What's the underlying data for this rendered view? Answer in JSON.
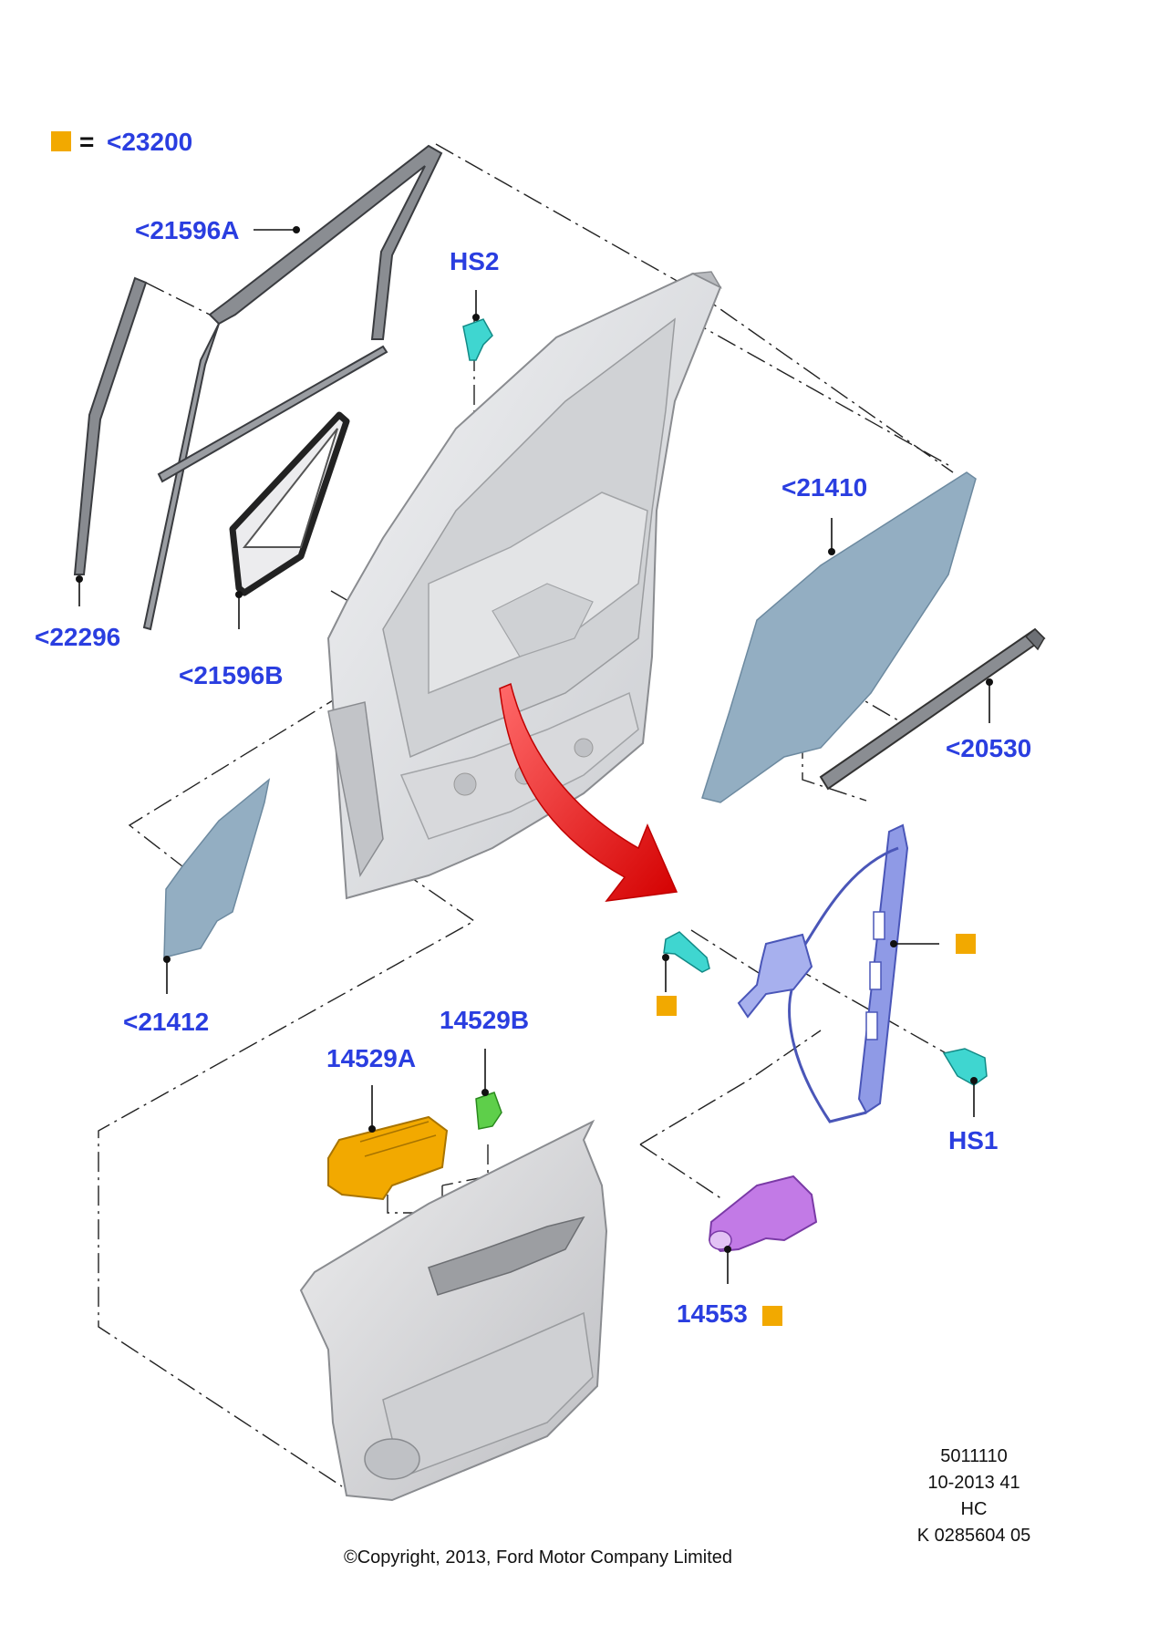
{
  "legend": {
    "symbol_color": "#f2a900",
    "equals": "=",
    "text": "<23200"
  },
  "labels": {
    "seal_upper": "<21596A",
    "seal_lower": "<21596B",
    "run_channel": "<22296",
    "hs2": "HS2",
    "window_glass": "<21410",
    "quarter_glass": "<21412",
    "belt_weatherstrip": "<20530",
    "hs1": "HS1",
    "switch_main": "14529A",
    "switch_aux": "14529B",
    "motor": "14553"
  },
  "info_block": {
    "line1": "5011110",
    "line2": "10-2013 41",
    "line3": "HC",
    "line4": "K 0285604 05"
  },
  "copyright": "©Copyright, 2013, Ford Motor Company Limited",
  "colors": {
    "label_blue": "#2a3ee0",
    "glass": "#93aec2",
    "door_gray": "#dcdde0",
    "clip_cyan": "#3fd6d0",
    "regulator_blue": "#8f9ae6",
    "switch_orange": "#f2a900",
    "switch_green": "#5ecf4a",
    "motor_purple": "#c27ae6",
    "arrow_red": "#ee1c1c"
  }
}
